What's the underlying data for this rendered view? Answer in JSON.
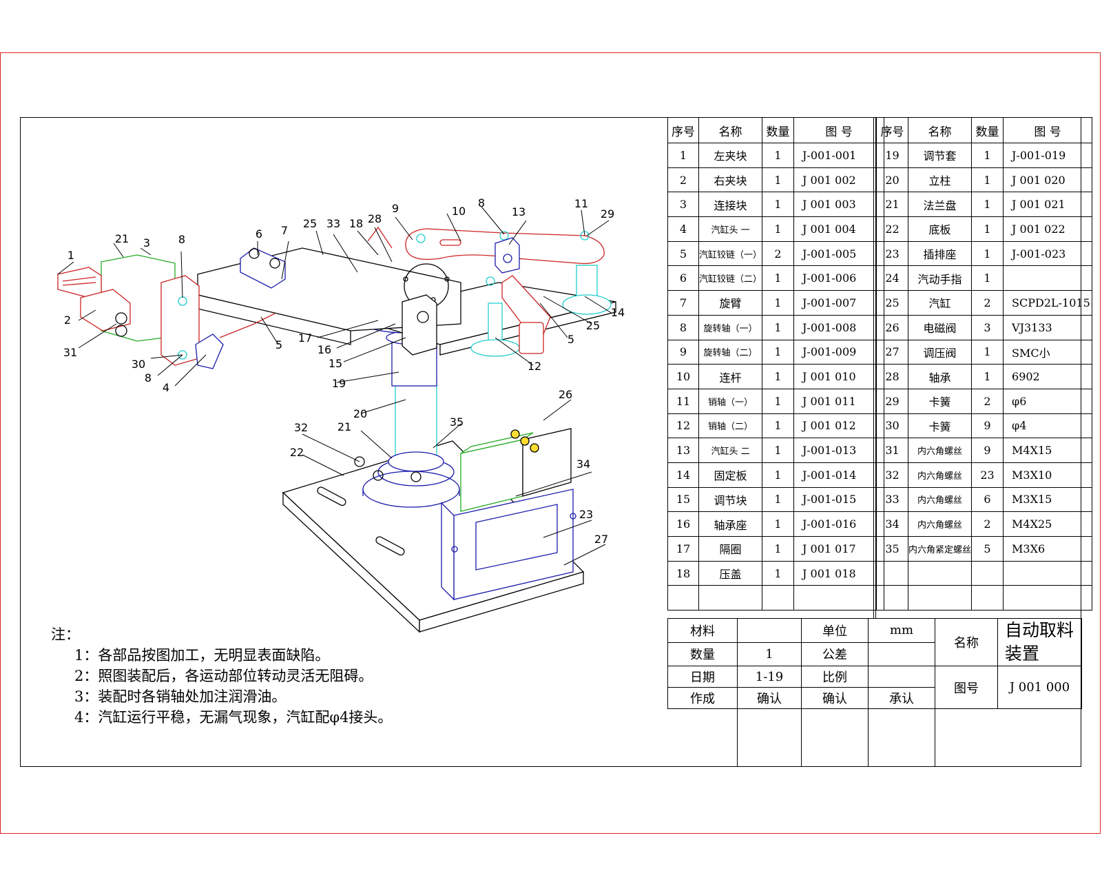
{
  "bom_headers": {
    "seq": "序号",
    "name": "名称",
    "qty": "数量",
    "dwg": "图 号"
  },
  "bom_left": [
    {
      "seq": "1",
      "name": "左夹块",
      "qty": "1",
      "dwg": "J-001-001"
    },
    {
      "seq": "2",
      "name": "右夹块",
      "qty": "1",
      "dwg": "J 001 002"
    },
    {
      "seq": "3",
      "name": "连接块",
      "qty": "1",
      "dwg": "J 001 003"
    },
    {
      "seq": "4",
      "name": "汽缸头 一",
      "qty": "1",
      "dwg": "J 001 004"
    },
    {
      "seq": "5",
      "name": "汽缸铰链（一）",
      "qty": "2",
      "dwg": "J-001-005"
    },
    {
      "seq": "6",
      "name": "汽缸铰链（二）",
      "qty": "1",
      "dwg": "J-001-006"
    },
    {
      "seq": "7",
      "name": "旋臂",
      "qty": "1",
      "dwg": "J-001-007"
    },
    {
      "seq": "8",
      "name": "旋转轴（一）",
      "qty": "1",
      "dwg": "J-001-008"
    },
    {
      "seq": "9",
      "name": "旋转轴（二）",
      "qty": "1",
      "dwg": "J-001-009"
    },
    {
      "seq": "10",
      "name": "连杆",
      "qty": "1",
      "dwg": "J 001 010"
    },
    {
      "seq": "11",
      "name": "销轴（一）",
      "qty": "1",
      "dwg": "J 001 011"
    },
    {
      "seq": "12",
      "name": "销轴（二）",
      "qty": "1",
      "dwg": "J 001 012"
    },
    {
      "seq": "13",
      "name": "汽缸头 二",
      "qty": "1",
      "dwg": "J-001-013"
    },
    {
      "seq": "14",
      "name": "固定板",
      "qty": "1",
      "dwg": "J-001-014"
    },
    {
      "seq": "15",
      "name": "调节块",
      "qty": "1",
      "dwg": "J-001-015"
    },
    {
      "seq": "16",
      "name": "轴承座",
      "qty": "1",
      "dwg": "J-001-016"
    },
    {
      "seq": "17",
      "name": "隔圈",
      "qty": "1",
      "dwg": "J 001 017"
    },
    {
      "seq": "18",
      "name": "压盖",
      "qty": "1",
      "dwg": "J 001 018"
    }
  ],
  "bom_right": [
    {
      "seq": "19",
      "name": "调节套",
      "qty": "1",
      "dwg": "J-001-019"
    },
    {
      "seq": "20",
      "name": "立柱",
      "qty": "1",
      "dwg": "J 001 020"
    },
    {
      "seq": "21",
      "name": "法兰盘",
      "qty": "1",
      "dwg": "J 001 021"
    },
    {
      "seq": "22",
      "name": "底板",
      "qty": "1",
      "dwg": "J 001 022"
    },
    {
      "seq": "23",
      "name": "插排座",
      "qty": "1",
      "dwg": "J-001-023"
    },
    {
      "seq": "24",
      "name": "汽动手指",
      "qty": "1",
      "dwg": ""
    },
    {
      "seq": "25",
      "name": "汽缸",
      "qty": "2",
      "dwg": "SCPD2L-1015"
    },
    {
      "seq": "26",
      "name": "电磁阀",
      "qty": "3",
      "dwg": "VJ3133"
    },
    {
      "seq": "27",
      "name": "调压阀",
      "qty": "1",
      "dwg": "SMC小"
    },
    {
      "seq": "28",
      "name": "轴承",
      "qty": "1",
      "dwg": "6902"
    },
    {
      "seq": "29",
      "name": "卡簧",
      "qty": "2",
      "dwg": "φ6"
    },
    {
      "seq": "30",
      "name": "卡簧",
      "qty": "9",
      "dwg": "φ4"
    },
    {
      "seq": "31",
      "name": "内六角螺丝",
      "qty": "9",
      "dwg": "M4X15"
    },
    {
      "seq": "32",
      "name": "内六角螺丝",
      "qty": "23",
      "dwg": "M3X10"
    },
    {
      "seq": "33",
      "name": "内六角螺丝",
      "qty": "6",
      "dwg": "M3X15"
    },
    {
      "seq": "34",
      "name": "内六角螺丝",
      "qty": "2",
      "dwg": "M4X25"
    },
    {
      "seq": "35",
      "name": "内六角紧定螺丝",
      "qty": "5",
      "dwg": "M3X6"
    }
  ],
  "title_block": {
    "material_label": "材料",
    "material_value": "",
    "unit_label": "单位",
    "unit_value": "mm",
    "name_label": "名称",
    "name_line1": "自动取料",
    "name_line2": "装置",
    "qty_label": "数量",
    "qty_value": "1",
    "tolerance_label": "公差",
    "tolerance_value": "",
    "date_label": "日期",
    "date_value": "1-19",
    "scale_label": "比例",
    "scale_value": "",
    "dwg_label": "图号",
    "dwg_value": "J 001 000",
    "made_by": "作成",
    "confirm1": "确认",
    "confirm2": "确认",
    "approve": "承认"
  },
  "notes": {
    "title": "注：",
    "lines": [
      "1：各部品按图加工，无明显表面缺陷。",
      "2：照图装配后，各运动部位转动灵活无阻碍。",
      "3：装配时各销轴处加注润滑油。",
      "4：汽缸运行平稳，无漏气现象，汽缸配φ4接头。"
    ]
  },
  "callouts": [
    "1",
    "21",
    "3",
    "8",
    "2",
    "31",
    "30",
    "8",
    "4",
    "5",
    "6",
    "7",
    "25",
    "33",
    "18",
    "28",
    "9",
    "10",
    "8",
    "13",
    "11",
    "29",
    "14",
    "25",
    "5",
    "12",
    "17",
    "16",
    "15",
    "19",
    "20",
    "21",
    "32",
    "22",
    "35",
    "26",
    "34",
    "23",
    "27"
  ],
  "colors": {
    "sheet_border": "#dd2222",
    "part_red": "#cc2222",
    "part_blue": "#1a1aaa",
    "part_green": "#22aa22",
    "part_cyan": "#22cccc"
  }
}
